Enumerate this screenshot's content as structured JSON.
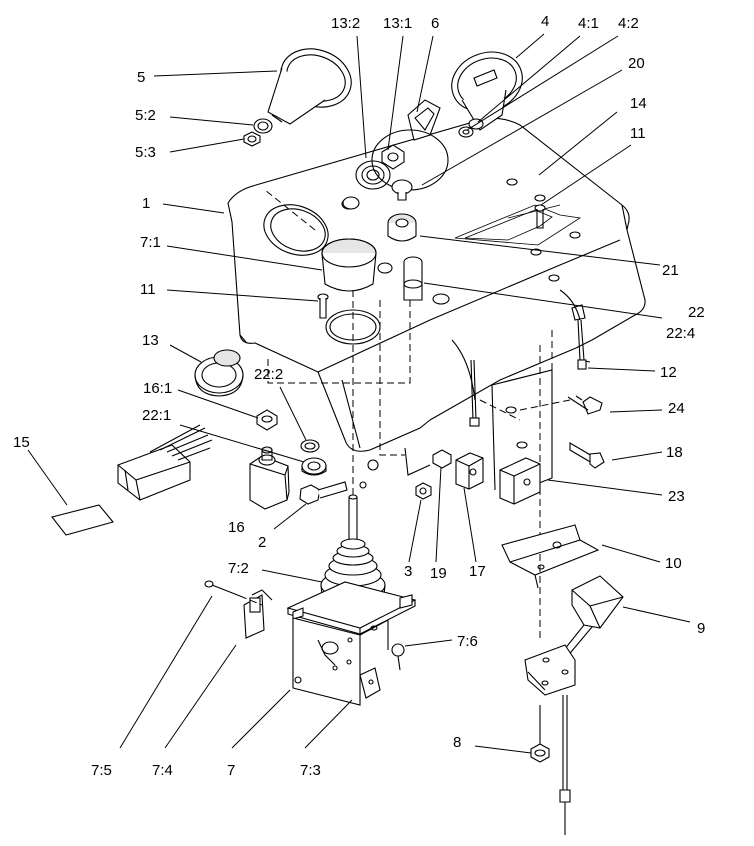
{
  "callouts": [
    {
      "id": "13:2",
      "text": "13:2"
    },
    {
      "id": "13:1",
      "text": "13:1"
    },
    {
      "id": "6",
      "text": "6"
    },
    {
      "id": "4",
      "text": "4"
    },
    {
      "id": "4:1",
      "text": "4:1"
    },
    {
      "id": "4:2",
      "text": "4:2"
    },
    {
      "id": "20",
      "text": "20"
    },
    {
      "id": "5",
      "text": "5"
    },
    {
      "id": "5:2",
      "text": "5:2"
    },
    {
      "id": "5:3",
      "text": "5:3"
    },
    {
      "id": "14",
      "text": "14"
    },
    {
      "id": "11a",
      "text": "11"
    },
    {
      "id": "1",
      "text": "1"
    },
    {
      "id": "7:1",
      "text": "7:1"
    },
    {
      "id": "21",
      "text": "21"
    },
    {
      "id": "11b",
      "text": "11"
    },
    {
      "id": "22",
      "text": "22"
    },
    {
      "id": "22:4",
      "text": "22:4"
    },
    {
      "id": "13",
      "text": "13"
    },
    {
      "id": "12",
      "text": "12"
    },
    {
      "id": "22:2",
      "text": "22:2"
    },
    {
      "id": "16:1",
      "text": "16:1"
    },
    {
      "id": "24",
      "text": "24"
    },
    {
      "id": "22:1",
      "text": "22:1"
    },
    {
      "id": "15",
      "text": "15"
    },
    {
      "id": "18",
      "text": "18"
    },
    {
      "id": "23",
      "text": "23"
    },
    {
      "id": "16",
      "text": "16"
    },
    {
      "id": "2",
      "text": "2"
    },
    {
      "id": "3",
      "text": "3"
    },
    {
      "id": "19",
      "text": "19"
    },
    {
      "id": "17",
      "text": "17"
    },
    {
      "id": "7:2",
      "text": "7:2"
    },
    {
      "id": "10",
      "text": "10"
    },
    {
      "id": "9",
      "text": "9"
    },
    {
      "id": "7:6",
      "text": "7:6"
    },
    {
      "id": "8",
      "text": "8"
    },
    {
      "id": "7:5",
      "text": "7:5"
    },
    {
      "id": "7:4",
      "text": "7:4"
    },
    {
      "id": "7",
      "text": "7"
    },
    {
      "id": "7:3",
      "text": "7:3"
    }
  ]
}
